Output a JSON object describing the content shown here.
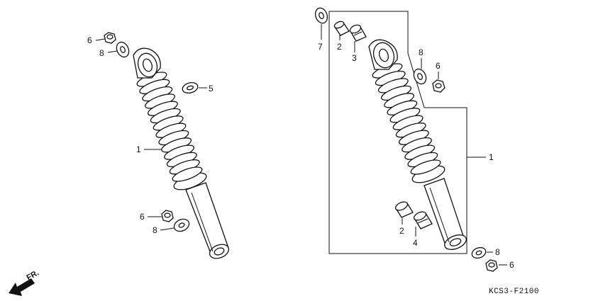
{
  "diagram_code": "KCS3-F2100",
  "direction_label": "FR.",
  "left_shock": {
    "callouts": {
      "cap_nut_top": "6",
      "washer_top": "8",
      "spacer_washer": "5",
      "shock_body": "1",
      "cap_nut_bottom": "6",
      "washer_bottom": "8"
    }
  },
  "right_shock": {
    "callouts": {
      "side_washer": "7",
      "collar_top": "2",
      "bushing_top": "3",
      "washer_top": "8",
      "cap_nut_top": "6",
      "shock_body": "1",
      "collar_bottom": "2",
      "bushing_bottom": "4",
      "washer_bottom": "8",
      "cap_nut_bottom": "6"
    }
  }
}
